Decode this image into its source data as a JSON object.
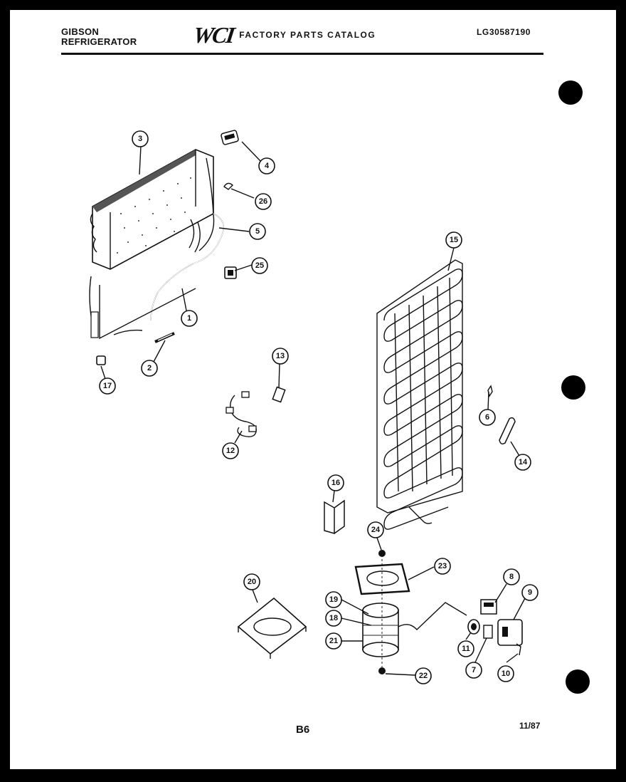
{
  "header": {
    "brand_line1": "GIBSON",
    "brand_line2": "REFRIGERATOR",
    "logo": "WCI",
    "catalog_title": "FACTORY PARTS CATALOG",
    "catalog_code": "LG30587190"
  },
  "footer": {
    "page_number": "B6",
    "date": "11/87"
  },
  "callouts": [
    "1",
    "2",
    "3",
    "4",
    "5",
    "6",
    "7",
    "8",
    "9",
    "10",
    "11",
    "12",
    "13",
    "14",
    "15",
    "16",
    "17",
    "18",
    "19",
    "20",
    "21",
    "22",
    "23",
    "24",
    "25",
    "26"
  ]
}
